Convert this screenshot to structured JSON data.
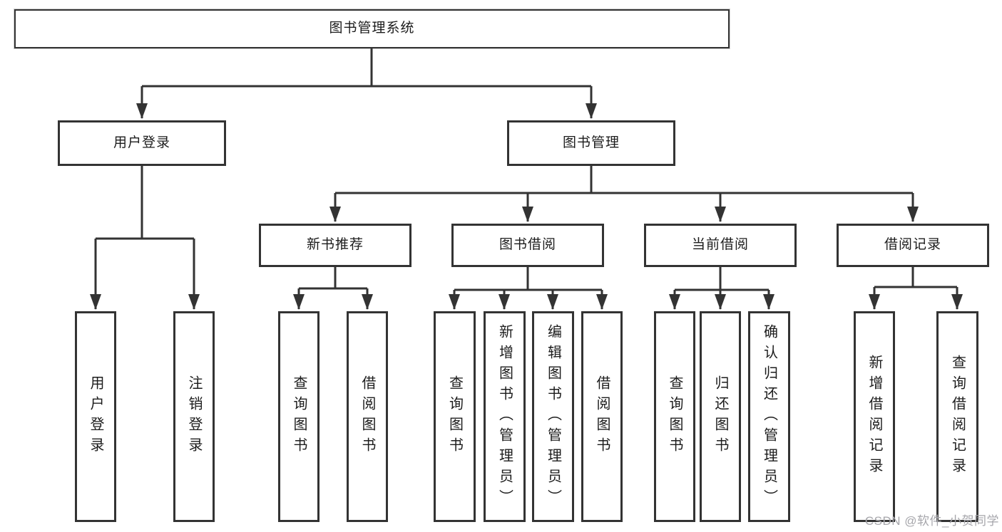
{
  "diagram": {
    "root": "图书管理系统",
    "user_login": {
      "label": "用户登录",
      "children": [
        "用户登录",
        "注销登录"
      ]
    },
    "book_management": {
      "label": "图书管理",
      "sections": [
        {
          "label": "新书推荐",
          "children": [
            "查询图书",
            "借阅图书"
          ]
        },
        {
          "label": "图书借阅",
          "children": [
            "查询图书",
            "新增图书（管理员）",
            "编辑图书（管理员）",
            "借阅图书"
          ]
        },
        {
          "label": "当前借阅",
          "children": [
            "查询图书",
            "归还图书",
            "确认归还（管理员）"
          ]
        },
        {
          "label": "借阅记录",
          "children": [
            "新增借阅记录",
            "查询借阅记录"
          ]
        }
      ]
    }
  },
  "watermark": "CSDN @软件_小贺同学",
  "colors": {
    "line": "#333333",
    "text": "#1c1c1c",
    "watermark": "#a6a6ab",
    "background": "#ffffff"
  }
}
